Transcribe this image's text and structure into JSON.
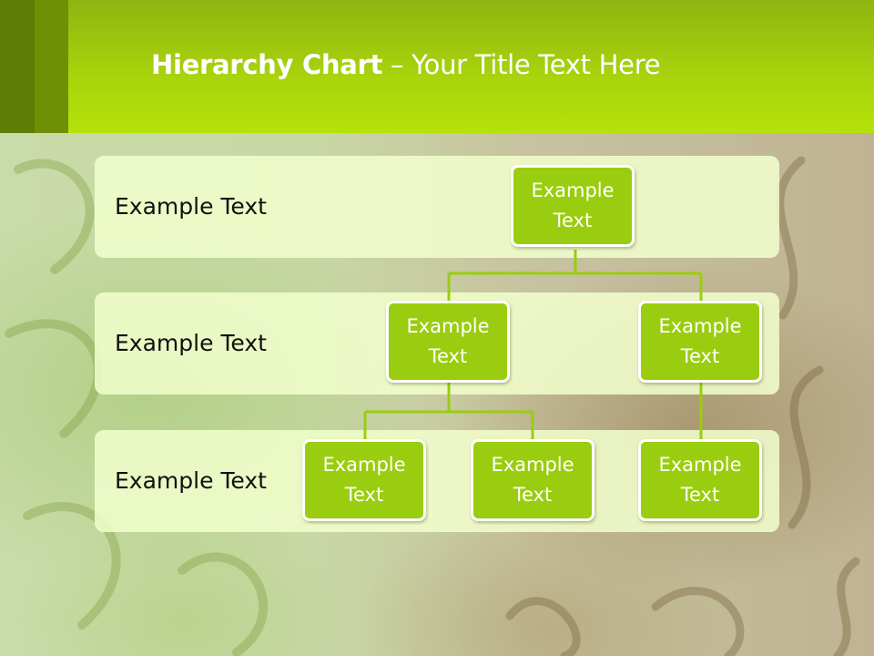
{
  "title": {
    "bold": "Hierarchy Chart",
    "rest": " – Your Title Text Here"
  },
  "levels": [
    {
      "label": "Example Text"
    },
    {
      "label": "Example Text"
    },
    {
      "label": "Example Text"
    }
  ],
  "nodes": {
    "root": "Example Text",
    "level2_left": "Example Text",
    "level2_right": "Example Text",
    "level3_left": "Example Text",
    "level3_middle": "Example Text",
    "level3_right": "Example Text"
  },
  "colors": {
    "header": "#a8d20c",
    "node_fill": "#9acd0f",
    "connector": "#9acd0f",
    "band_fill": "#f2ffcd"
  }
}
